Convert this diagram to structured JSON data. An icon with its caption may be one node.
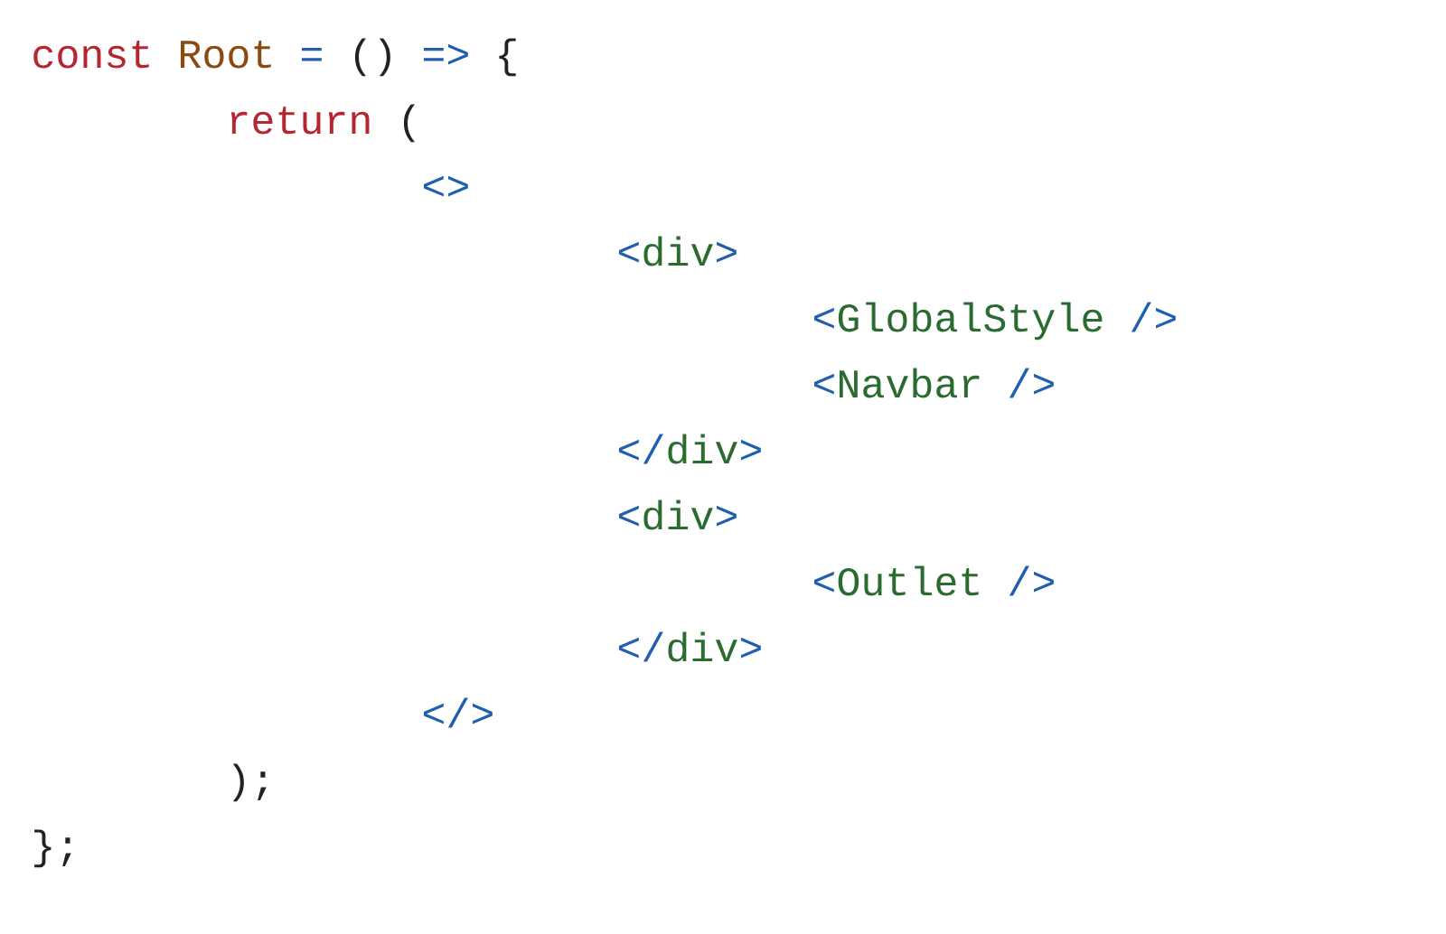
{
  "diagram": {
    "labels": [
      "const",
      "Root",
      "=",
      "()",
      "=>",
      "{",
      "return",
      "(",
      "<>",
      "<",
      "div",
      ">",
      "<",
      "GlobalStyle",
      "/>",
      "<",
      "Navbar",
      "/>",
      "</",
      "div",
      ">",
      "<",
      "div",
      ">",
      "<",
      "Outlet",
      "/>",
      "</",
      "div",
      ">",
      "</>",
      ");",
      "};"
    ]
  }
}
